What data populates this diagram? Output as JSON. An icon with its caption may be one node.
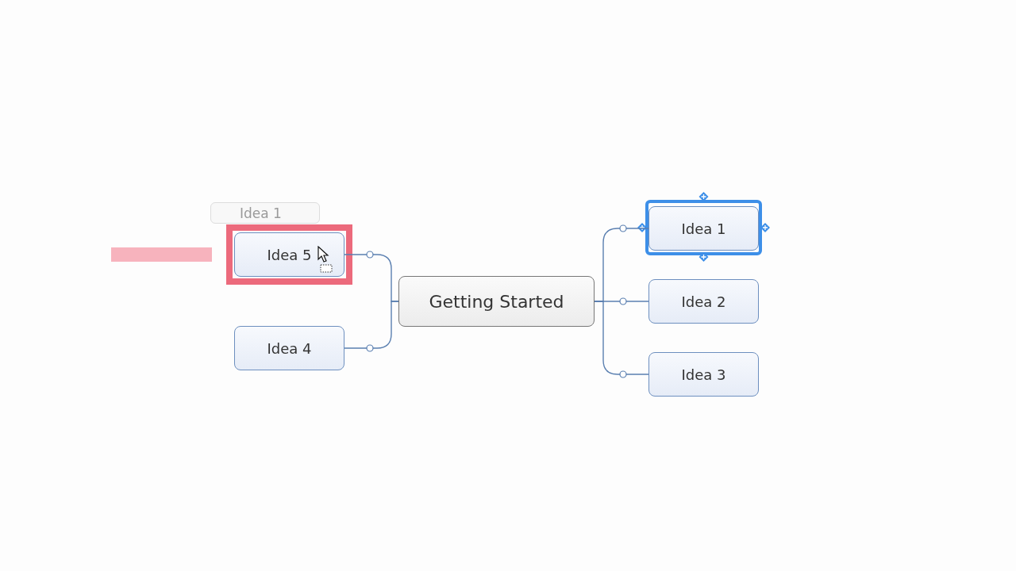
{
  "diagram": {
    "nodes": [
      {
        "text": [
          "Getting Started"
        ]
      },
      {
        "text": [
          "Idea 1"
        ]
      },
      {
        "text": [
          "Idea 2"
        ]
      },
      {
        "text": [
          "Idea 3"
        ]
      },
      {
        "text": [
          "Idea 5"
        ]
      },
      {
        "text": [
          "Idea 4"
        ]
      },
      {
        "text": [
          "Idea 1"
        ]
      }
    ],
    "edges": [
      {
        "from": 0,
        "to": 1,
        "arrow": "none"
      },
      {
        "from": 0,
        "to": 2,
        "arrow": "none"
      },
      {
        "from": 0,
        "to": 3,
        "arrow": "none"
      },
      {
        "from": 0,
        "to": 4,
        "arrow": "none"
      },
      {
        "from": 0,
        "to": 5,
        "arrow": "none"
      }
    ]
  }
}
